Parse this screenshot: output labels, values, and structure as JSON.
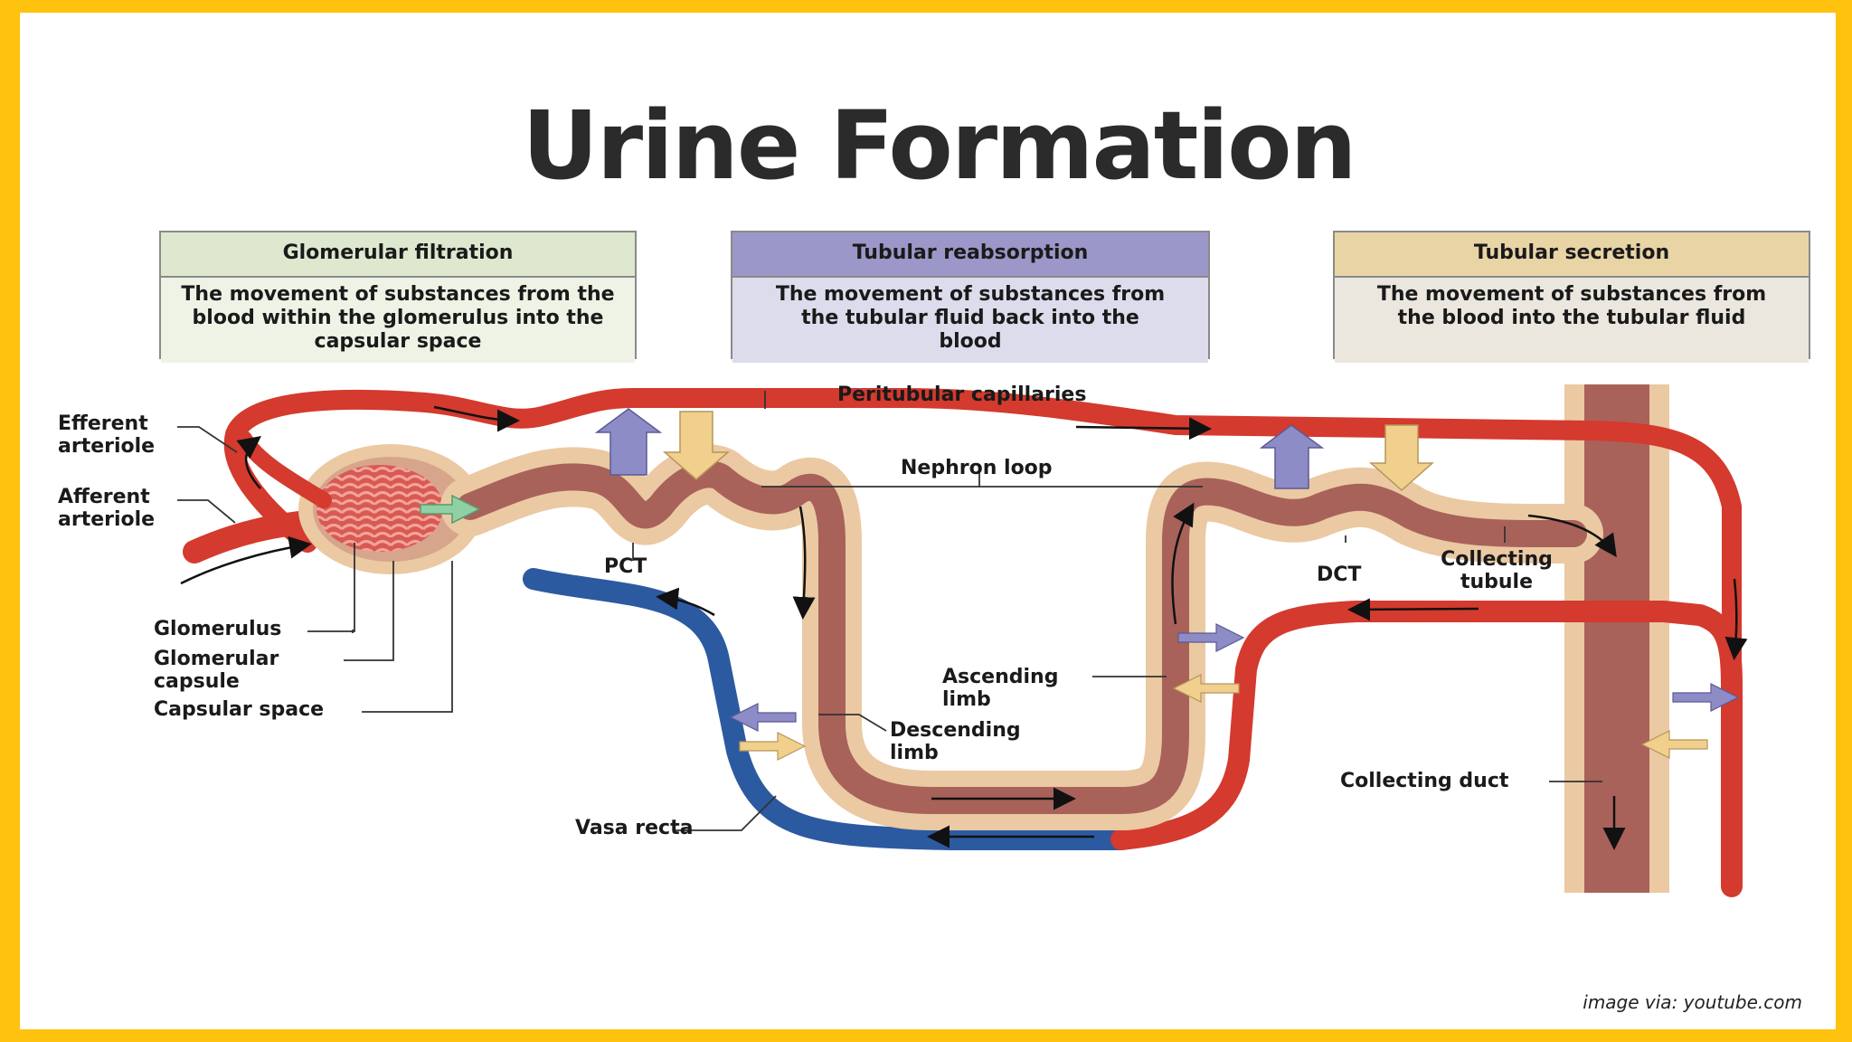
{
  "title": "Urine Formation",
  "boxes": {
    "filtration": {
      "heading": "Glomerular filtration",
      "description": "The movement of substances from the blood within the glomerulus into the capsular space",
      "header_color": "#dde8cf",
      "body_color": "#eef3e6"
    },
    "reabsorption": {
      "heading": "Tubular reabsorption",
      "description": "The movement of substances from the tubular fluid back into the blood",
      "header_color": "#9b97c8",
      "body_color": "#dcdcec"
    },
    "secretion": {
      "heading": "Tubular secretion",
      "description": "The movement of substances from the blood into the tubular fluid",
      "header_color": "#e9d4a6",
      "body_color": "#ebe7df"
    }
  },
  "labels": {
    "efferent_arteriole": "Efferent arteriole",
    "afferent_arteriole": "Afferent arteriole",
    "peritubular_capillaries": "Peritubular capillaries",
    "nephron_loop": "Nephron loop",
    "pct": "PCT",
    "dct": "DCT",
    "collecting_tubule": "Collecting tubule",
    "glomerulus": "Glomerulus",
    "glomerular_capsule": "Glomerular capsule",
    "capsular_space": "Capsular space",
    "ascending_limb": "Ascending limb",
    "descending_limb": "Descending limb",
    "vasa_recta": "Vasa recta",
    "collecting_duct": "Collecting duct"
  },
  "colors": {
    "artery_red": "#d43a2e",
    "vein_blue": "#2c5aa0",
    "tubule_brown": "#a8625a",
    "tubule_tan": "#ebc9a3",
    "reabsorption_arrow": "#8e8cc7",
    "secretion_arrow": "#f0d08c",
    "filtration_arrow": "#8fd0a4",
    "frame_yellow": "#FFC20E"
  },
  "credit": "image via: youtube.com"
}
